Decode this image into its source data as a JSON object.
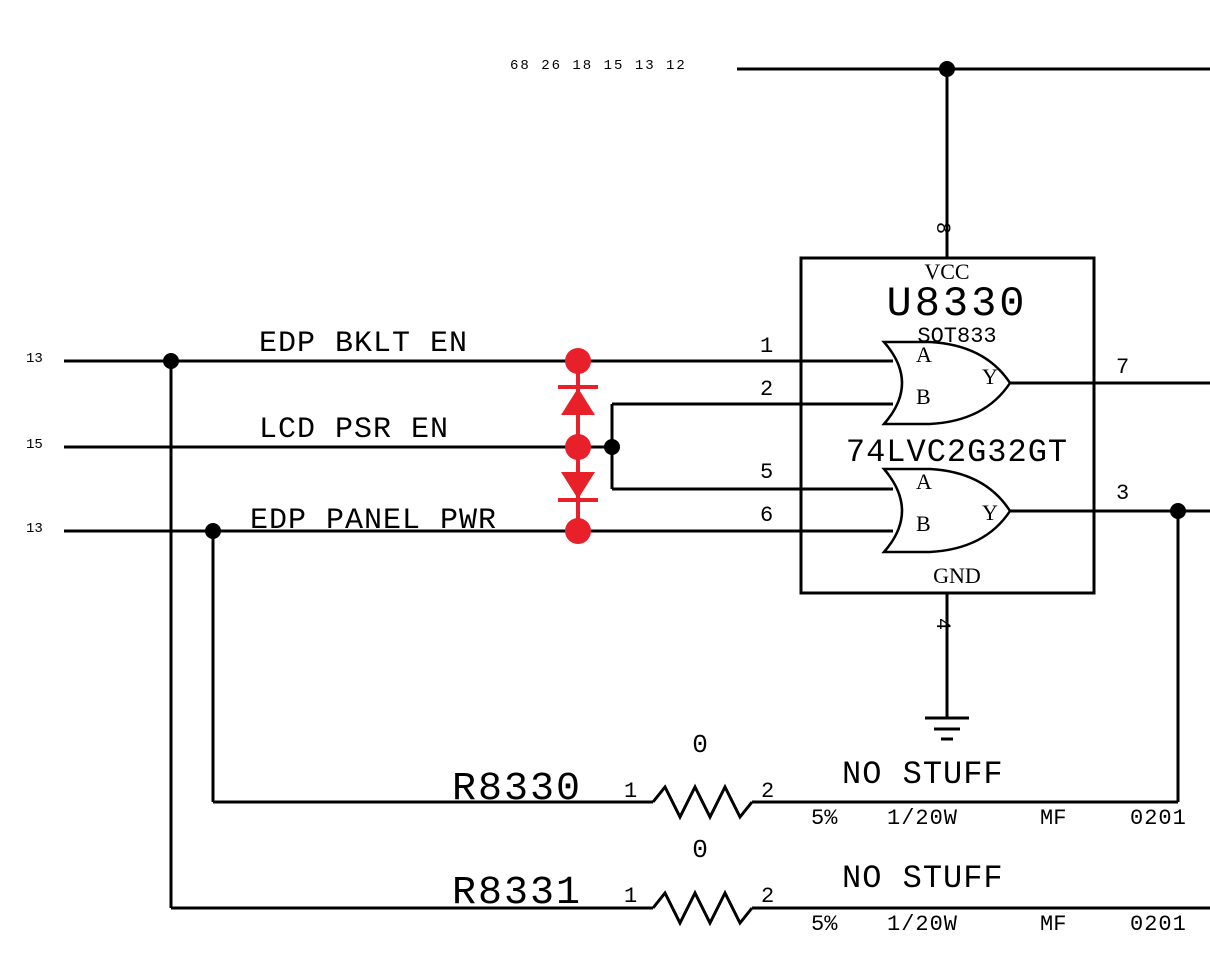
{
  "top_net": {
    "ref_pages": "68 26 18 15 13 12"
  },
  "chip": {
    "ref": "U8330",
    "package": "SOT833",
    "part": "74LVC2G32GT",
    "vcc_label": "VCC",
    "gnd_label": "GND",
    "vcc_pin": "8",
    "gnd_pin": "4",
    "gate1": {
      "in_a": "A",
      "in_b": "B",
      "out": "Y",
      "pin_a": "1",
      "pin_b": "2",
      "pin_y": "7"
    },
    "gate2": {
      "in_a": "A",
      "in_b": "B",
      "out": "Y",
      "pin_a": "5",
      "pin_b": "6",
      "pin_y": "3"
    }
  },
  "nets": [
    {
      "name": "EDP BKLT EN",
      "ref": "13"
    },
    {
      "name": "LCD PSR EN",
      "ref": "15"
    },
    {
      "name": "EDP_PANEL_PWR",
      "ref": "13"
    }
  ],
  "resistors": [
    {
      "ref": "R8330",
      "value": "0",
      "pin1": "1",
      "pin2": "2",
      "note": "NO STUFF",
      "specs": [
        "5%",
        "1/20W",
        "MF",
        "0201"
      ]
    },
    {
      "ref": "R8331",
      "value": "0",
      "pin1": "1",
      "pin2": "2",
      "note": "NO STUFF",
      "specs": [
        "5%",
        "1/20W",
        "MF",
        "0201"
      ]
    }
  ],
  "colors": {
    "wire": "#000000",
    "highlight": "#e8202a"
  }
}
